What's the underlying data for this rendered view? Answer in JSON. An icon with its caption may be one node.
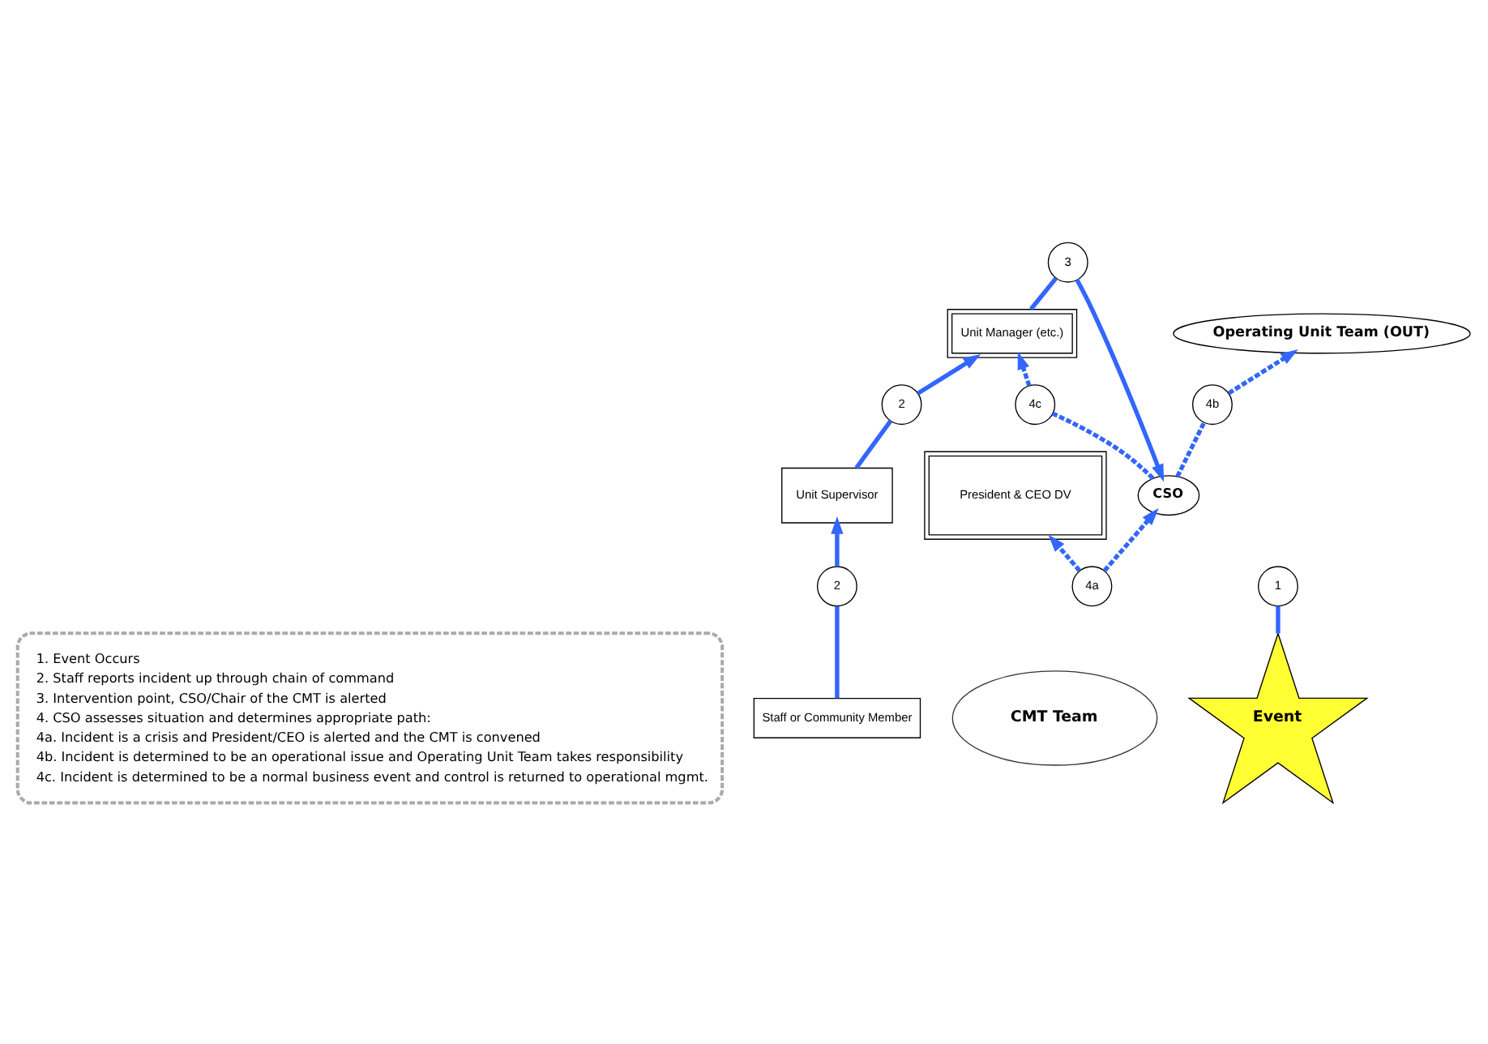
{
  "diagram": {
    "nodes": [
      {
        "text": [
          "1. Event Occurs",
          "2. Staff reports incident up through chain of command",
          "3. Intervention point, CSO/Chair of the CMT is alerted",
          "4. CSO assesses situation and determines appropriate path:",
          "4a. Incident is a crisis and President/CEO is alerted and the CMT is convened",
          "4b. Incident is determined to be an operational issue and Operating Unit Team takes responsibility",
          "4c. Incident is determined to be a normal business event and control is returned to operational mgmt."
        ]
      },
      {
        "text": [
          "President & CEO DV"
        ]
      },
      {
        "text": [
          "4a"
        ]
      },
      {
        "text": [
          "CSO"
        ]
      },
      {
        "text": [
          "CMT Team"
        ]
      },
      {
        "text": [
          "3"
        ]
      },
      {
        "text": [
          "4b"
        ]
      },
      {
        "text": [
          "Unit Manager (etc.)"
        ]
      },
      {
        "text": [
          "4c"
        ]
      },
      {
        "text": [
          "Operating Unit Team (OUT)"
        ]
      },
      {
        "text": [
          "Unit Supervisor"
        ]
      },
      {
        "text": [
          "2"
        ]
      },
      {
        "text": [
          "Event"
        ]
      },
      {
        "text": [
          "Staff or Community Member"
        ]
      },
      {
        "text": [
          "2"
        ]
      },
      {
        "text": [
          "1"
        ]
      }
    ],
    "edges": [
      {
        "from": 12,
        "to": 15,
        "arrow": "none"
      },
      {
        "from": 13,
        "to": 14,
        "arrow": "none"
      },
      {
        "from": 14,
        "to": 10,
        "arrow": "to"
      },
      {
        "from": 10,
        "to": 11,
        "arrow": "none"
      },
      {
        "from": 11,
        "to": 7,
        "arrow": "to"
      },
      {
        "from": 7,
        "to": 5,
        "arrow": "none"
      },
      {
        "from": 5,
        "to": 3,
        "arrow": "to"
      },
      {
        "from": 2,
        "to": 1,
        "arrow": "to",
        "style": "dashed"
      },
      {
        "from": 2,
        "to": 3,
        "arrow": "to",
        "style": "dashed"
      },
      {
        "from": 3,
        "to": 6,
        "arrow": "none",
        "style": "dashed"
      },
      {
        "from": 6,
        "to": 9,
        "arrow": "to",
        "style": "dashed"
      },
      {
        "from": 3,
        "to": 8,
        "arrow": "none",
        "style": "dashed"
      },
      {
        "from": 8,
        "to": 7,
        "arrow": "to",
        "style": "dashed"
      }
    ]
  }
}
